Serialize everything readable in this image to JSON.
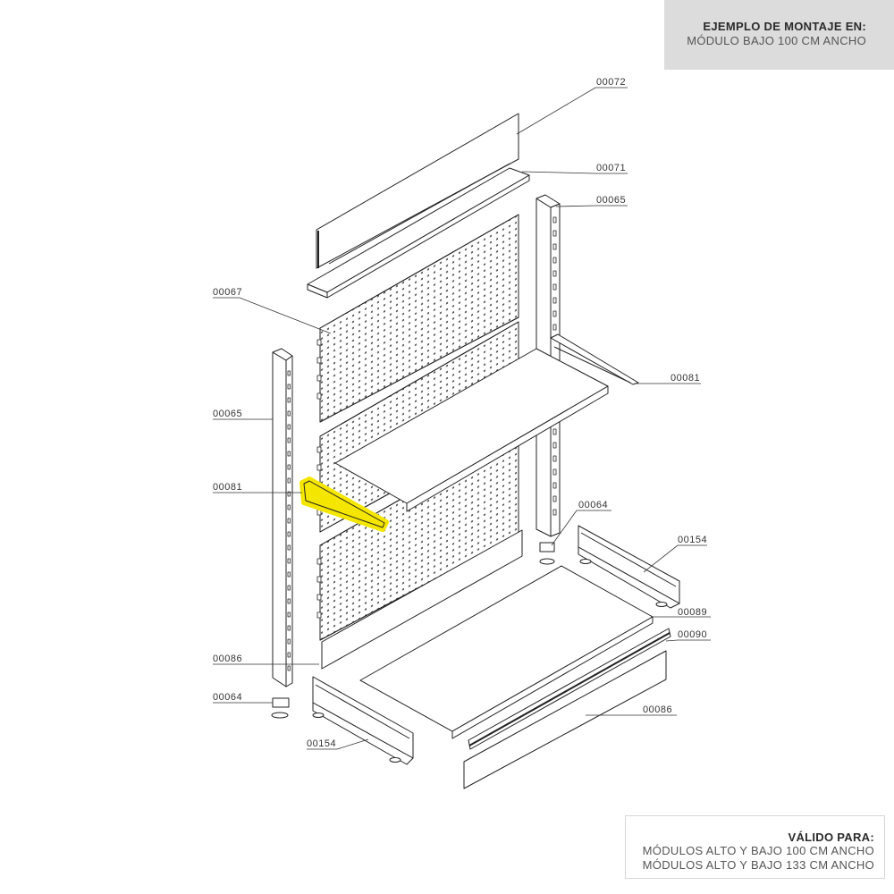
{
  "header": {
    "title": "EJEMPLO DE MONTAJE EN:",
    "subtitle": "MÓDULO BAJO 100 CM ANCHO",
    "background": "#dcdcdc"
  },
  "footer": {
    "title": "VÁLIDO PARA:",
    "lines": [
      "MÓDULOS ALTO Y BAJO 100 CM ANCHO",
      "MÓDULOS ALTO Y BAJO 133 CM ANCHO"
    ]
  },
  "highlight_color": "#f5e600",
  "highlighted_part": "00081",
  "parts": [
    {
      "code": "00072",
      "description": "top header panel"
    },
    {
      "code": "00071",
      "description": "top cap shelf"
    },
    {
      "code": "00065",
      "description": "upright column (right)"
    },
    {
      "code": "00067",
      "description": "perforated back panel"
    },
    {
      "code": "00081",
      "description": "shelf bracket (right)"
    },
    {
      "code": "00065",
      "description": "upright column (left)"
    },
    {
      "code": "00081",
      "description": "shelf bracket (left, highlighted)"
    },
    {
      "code": "00064",
      "description": "leveling foot (right)"
    },
    {
      "code": "00154",
      "description": "base foot rail (right)"
    },
    {
      "code": "00089",
      "description": "base shelf"
    },
    {
      "code": "00090",
      "description": "price strip"
    },
    {
      "code": "00086",
      "description": "base kick plate (left)"
    },
    {
      "code": "00064",
      "description": "leveling foot (left)"
    },
    {
      "code": "00154",
      "description": "base foot rail (left)"
    },
    {
      "code": "00086",
      "description": "base kick plate (front)"
    }
  ],
  "labels": {
    "l00072": "00072",
    "l00071": "00071",
    "l00065r": "00065",
    "l00067": "00067",
    "l00081r": "00081",
    "l00065l": "00065",
    "l00081l": "00081",
    "l00064r": "00064",
    "l00154r": "00154",
    "l00089": "00089",
    "l00090": "00090",
    "l00086l": "00086",
    "l00064l": "00064",
    "l00154l": "00154",
    "l00086f": "00086"
  }
}
